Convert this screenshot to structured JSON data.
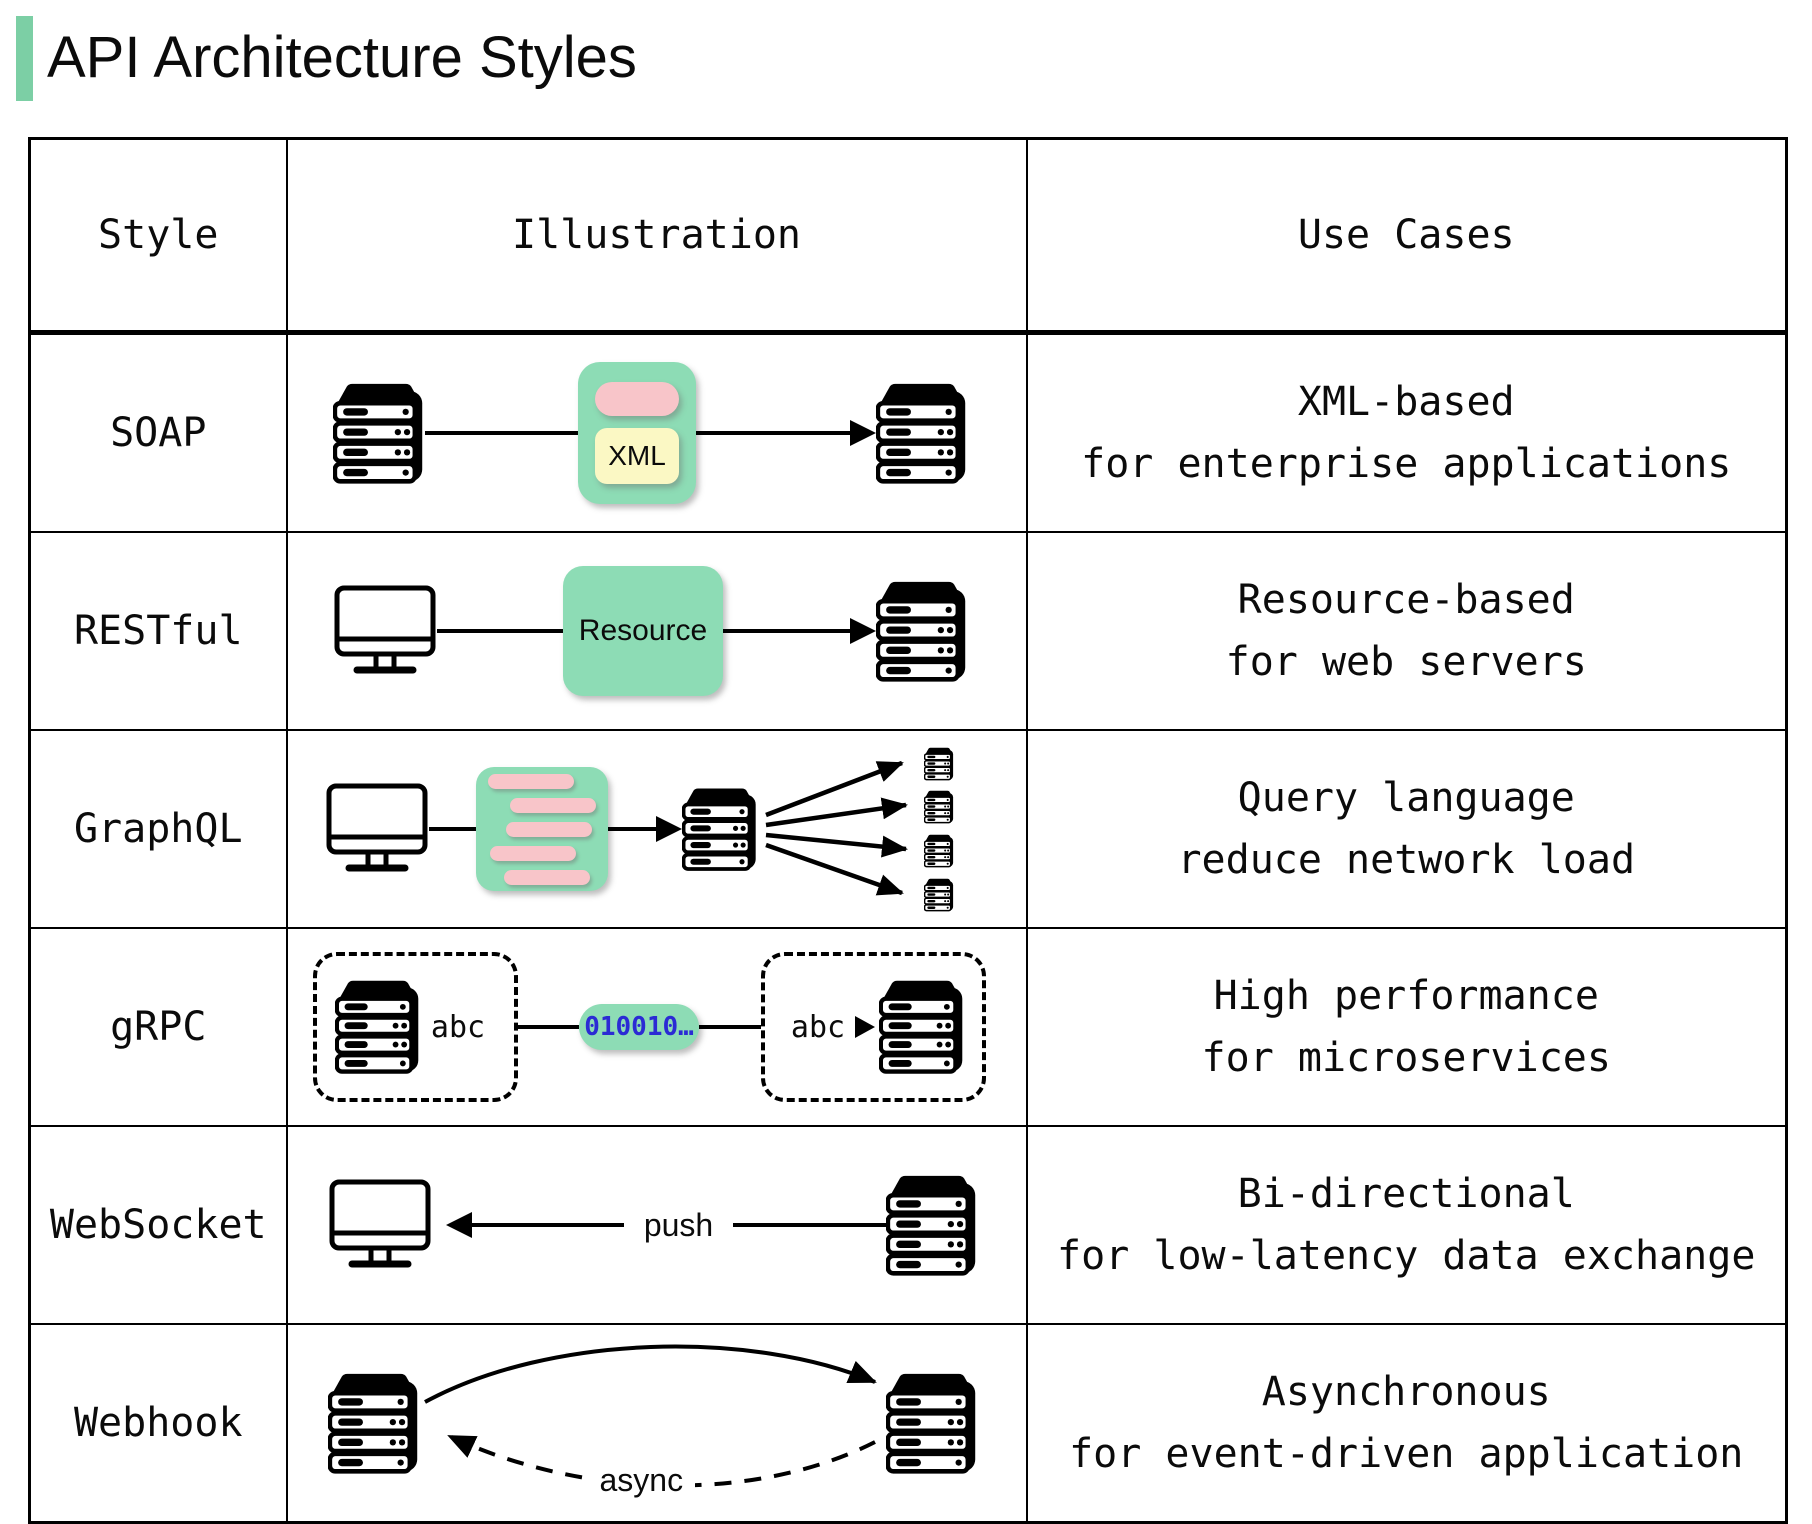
{
  "page": {
    "title": "API Architecture Styles"
  },
  "colors": {
    "accent_green": "#7ccfa5",
    "box_green": "#8ddcb5",
    "pill_pink": "#f8c5c9",
    "note_yellow": "#fbf8c4",
    "binary_blue": "#2b2bd4"
  },
  "table": {
    "headers": {
      "style": "Style",
      "illustration": "Illustration",
      "use_cases": "Use Cases"
    },
    "rows": [
      {
        "style": "SOAP",
        "use1": "XML-based",
        "use2": "for enterprise applications",
        "box_label": "XML"
      },
      {
        "style": "RESTful",
        "use1": "Resource-based",
        "use2": "for web servers",
        "box_label": "Resource"
      },
      {
        "style": "GraphQL",
        "use1": "Query language",
        "use2": "reduce network load"
      },
      {
        "style": "gRPC",
        "use1": "High performance",
        "use2": "for microservices",
        "sender_label": "abc",
        "receiver_label": "abc",
        "binary_label": "010010…"
      },
      {
        "style": "WebSocket",
        "use1": "Bi-directional",
        "use2": "for low-latency data exchange",
        "arrow_label": "push"
      },
      {
        "style": "Webhook",
        "use1": "Asynchronous",
        "use2": "for event-driven application",
        "arrow_label": "async"
      }
    ]
  }
}
